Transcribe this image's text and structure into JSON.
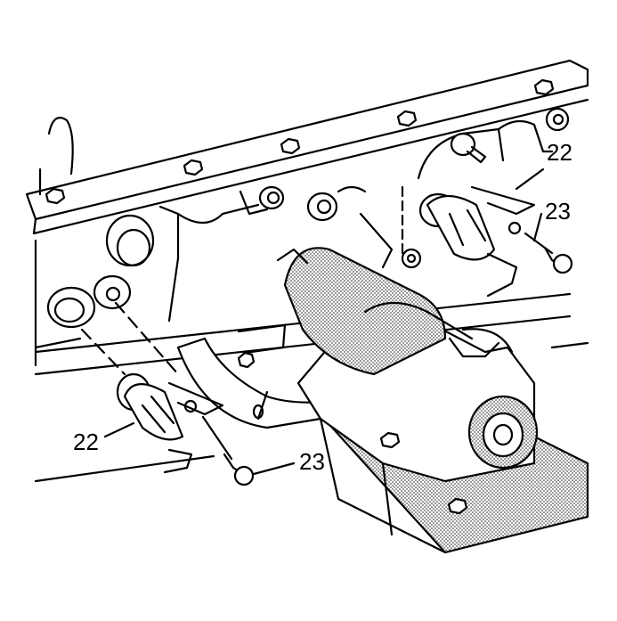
{
  "callouts": {
    "top_bracket": "22",
    "top_bolt": "23",
    "bottom_bracket": "22",
    "bottom_bolt": "23"
  },
  "colors": {
    "ink": "#000000",
    "paper": "#ffffff",
    "stipple": "#777777"
  }
}
